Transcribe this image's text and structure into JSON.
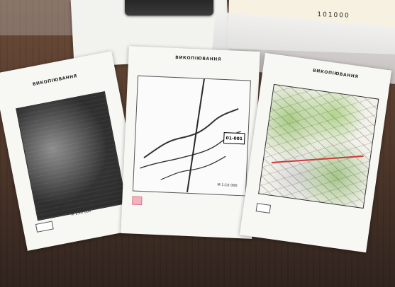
{
  "sheets": {
    "left": {
      "title": "ВИКОПІЮВАННЯ",
      "footer_scale": "М 1:10 000"
    },
    "middle": {
      "title": "ВИКОПІЮВАННЯ",
      "map_code": "01-001",
      "scale": "М 1:10 000"
    },
    "right": {
      "title": "ВИКОПІЮВАННЯ"
    }
  },
  "top_docs": {
    "number": "101000"
  },
  "colors": {
    "table": "#5a3f2f",
    "paper": "#f7f7f3",
    "pink_marker": "#f2b3bf",
    "red_road": "#d03a3a",
    "green_fields": "#a6cf86"
  }
}
